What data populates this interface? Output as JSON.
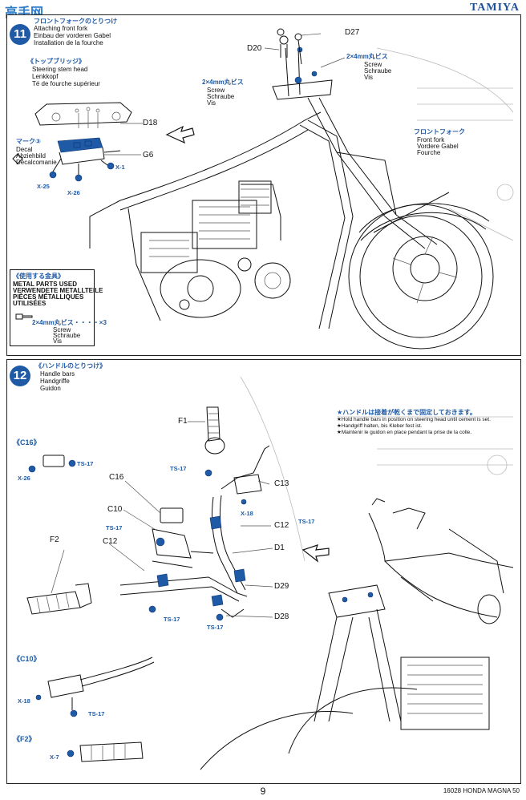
{
  "header": {
    "brand": "TAMIYA",
    "watermark": "高手网"
  },
  "step11": {
    "number": "11",
    "title_jp": "フロントフォークのとりつけ",
    "title_en": "Attaching front fork",
    "title_de": "Einbau der vorderen Gabel",
    "title_fr": "Installation de la fourche",
    "stem_jp": "《トップブリッジ》",
    "stem_en": "Steering stem head",
    "stem_de": "Lenkkopf",
    "stem_fr": "Té de fourche supérieur",
    "decal_jp": "マーク③",
    "decal_en": "Decal",
    "decal_de": "Abziehbild",
    "decal_fr": "Décalcomanie",
    "parts": {
      "d27": "D27",
      "d20": "D20",
      "d18": "D18",
      "g6": "G6",
      "x1": "X-1",
      "x25": "X-25",
      "x26": "X-26"
    },
    "screw_note_a": "2×4mm丸ビス",
    "screw_note_a_en": "Screw",
    "screw_note_a_de": "Schraube",
    "screw_note_a_fr": "Vis",
    "screw_note_b": "2×4mm丸ビス",
    "screw_note_b_en": "Screw",
    "screw_note_b_de": "Schraube",
    "screw_note_b_fr": "Vis",
    "fork_jp": "フロントフォーク",
    "fork_en": "Front fork",
    "fork_de": "Vordere Gabel",
    "fork_fr": "Fourche",
    "metal_jp": "《使用する金具》",
    "metal_en": "METAL PARTS USED",
    "metal_de": "VERWENDETE METALLTEILE",
    "metal_fr1": "PIÈCES MÉTALLIQUES",
    "metal_fr2": "UTILISÉES",
    "metal_item": "2×4mm丸ビス・・・・×3",
    "metal_item_en": "Screw",
    "metal_item_de": "Schraube",
    "metal_item_fr": "Vis"
  },
  "step12": {
    "number": "12",
    "title_jp": "《ハンドルのとりつけ》",
    "title_en": "Handle bars",
    "title_de": "Handgriffe",
    "title_fr": "Guidon",
    "note_jp": "★ハンドルは接着が乾くまで固定しておきます。",
    "note_en": "★Hold handle bars in position on steering head until cement is set.",
    "note_de": "★Handgriff halten, bis Kleber fest ist.",
    "note_fr": "★Maintenir le guidon en place pendant la prise de la colle.",
    "sub_c16": "《C16》",
    "sub_c10": "《C10》",
    "sub_f2": "《F2》",
    "parts": {
      "f1": "F1",
      "f2": "F2",
      "c16": "C16",
      "c10": "C10",
      "c12a": "C12",
      "c12b": "C12",
      "c13": "C13",
      "d1": "D1",
      "d29": "D29",
      "d28": "D28",
      "ts17a": "TS-17",
      "ts17b": "TS-17",
      "ts17c": "TS-17",
      "ts17d": "TS-17",
      "ts17e": "TS-17",
      "ts17f": "TS-17",
      "ts17g": "TS-17",
      "x26": "X-26",
      "x18a": "X-18",
      "x18b": "X-18",
      "x7": "X-7"
    }
  },
  "footer": {
    "page_number": "9",
    "code": "16028 HONDA MAGNA 50"
  },
  "colors": {
    "accent_blue": "#1f5aa6",
    "line": "#111111"
  }
}
